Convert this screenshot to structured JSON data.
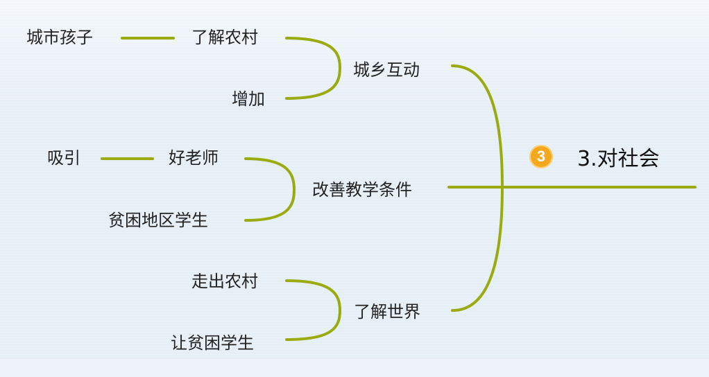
{
  "root": {
    "badge": "3",
    "title": "3.对社会"
  },
  "branches": [
    {
      "label": "城乡互动",
      "children": [
        {
          "label": "了解农村",
          "lead": "城市孩子"
        },
        {
          "label": "增加"
        }
      ]
    },
    {
      "label": "改善教学条件",
      "children": [
        {
          "label": "好老师",
          "lead": "吸引"
        },
        {
          "label": "贫困地区学生"
        }
      ]
    },
    {
      "label": "了解世界",
      "children": [
        {
          "label": "走出农村"
        },
        {
          "label": "让贫困学生"
        }
      ]
    }
  ],
  "colors": {
    "line": "#9aab10",
    "badge": "#f5a81c",
    "text": "#222222"
  }
}
